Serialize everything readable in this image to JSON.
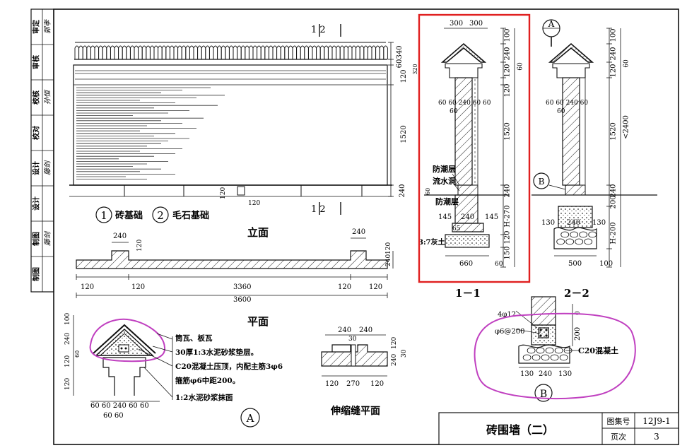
{
  "sidebar": {
    "rows": [
      {
        "role": "审定",
        "name": "郭孝"
      },
      {
        "role": "审核",
        "name": ""
      },
      {
        "role": "校核",
        "name": "孙恒"
      },
      {
        "role": "校对",
        "name": ""
      },
      {
        "role": "设计",
        "name": "藤剑"
      },
      {
        "role": "设计",
        "name": ""
      },
      {
        "role": "制图",
        "name": "藤剑"
      },
      {
        "role": "制图",
        "name": ""
      }
    ]
  },
  "elevation": {
    "title": "立面",
    "legend1_num": "1",
    "legend1_text": "砖基础",
    "legend2_num": "2",
    "legend2_text": "毛石基础",
    "section_mark_top": "1  2",
    "section_mark_bottom": "1  2",
    "dim_340": "340",
    "dim_60": "60",
    "dim_120": "120",
    "dim_1520": "1520",
    "dim_240": "240",
    "dim_120b": "120",
    "dim_120c": "120",
    "dim_320": "320"
  },
  "plan": {
    "title": "平面",
    "dim_240a": "240",
    "dim_120a": "120",
    "dim_240b": "240",
    "dim_120": "120",
    "dim_120b": "120",
    "dim_3360": "3360",
    "dim_120c": "120",
    "dim_120d": "120",
    "dim_3600": "3600",
    "dim_240v": "240",
    "dim_120v": "120"
  },
  "detailA": {
    "label": "A",
    "notes": [
      "筒瓦、板瓦",
      "30厚1:3水泥砂浆垫层。",
      "C20混凝土压顶，内配主筋3φ6",
      "箍筋φ6中距200。",
      "1:2水泥砂浆抹面"
    ],
    "dim_100": "100",
    "dim_240": "240",
    "dim_60": "60",
    "dim_120": "120",
    "dim_120b": "120",
    "bottom_dims": "60 60  240 60 60",
    "bottom_dims2": "60        60"
  },
  "joint": {
    "title": "伸缩缝平面",
    "dim_240a": "240",
    "dim_240b": "240",
    "dim_30": "30",
    "dim_120": "120",
    "dim_270": "270",
    "dim_120b": "120",
    "dim_240v": "240",
    "dim_30v": "30",
    "dim_120v": "120"
  },
  "section11": {
    "title": "1－1",
    "dim_300a": "300",
    "dim_300b": "300",
    "dim_100": "100",
    "dim_240": "240",
    "dim_120": "120",
    "dim_60": "60",
    "dim_120b": "120",
    "dim_1520": "1520",
    "dim_240b": "240",
    "dim_60b": "60",
    "dim_h270": "H-270",
    "dim_120c": "120",
    "dim_150": "150",
    "widths_top": "60 60 240 60 60",
    "dim_60s": "60",
    "dim_145a": "145",
    "dim_240c": "240",
    "dim_145b": "145",
    "dim_65": "65",
    "dim_660": "660",
    "dim_60c": "60",
    "label_damp": "防潮层",
    "label_drain": "流水洞",
    "label_damp2": "防潮层",
    "label_lime": "3:7灰土",
    "highlight_color": "#e02020"
  },
  "section22": {
    "title": "2－2",
    "callout_a": "A",
    "callout_b": "B",
    "dim_100": "100",
    "dim_240": "240",
    "dim_60": "60",
    "dim_120": "120",
    "dim_1520": "1520",
    "dim_lt2400": "<2400",
    "dim_240b": "240",
    "dim_200": "200",
    "dim_h200": "H-200",
    "widths_top": "60 60 240 60",
    "dim_60s": "60",
    "dim_130a": "130",
    "dim_240c": "240",
    "dim_130b": "130",
    "dim_500": "500",
    "dim_100b": "100"
  },
  "detailB": {
    "label": "B",
    "rebar1": "4φ12",
    "rebar2": "φ6@200",
    "dim_0": "0",
    "dim_200": "200",
    "concrete": "C20混凝土",
    "dim_130a": "130",
    "dim_240": "240",
    "dim_130b": "130",
    "highlight_color": "#c040c0"
  },
  "titleblock": {
    "title": "砖围墙（二）",
    "label_atlas": "图集号",
    "atlas_no": "12J9-1",
    "label_page": "页次",
    "page_no": "3"
  }
}
